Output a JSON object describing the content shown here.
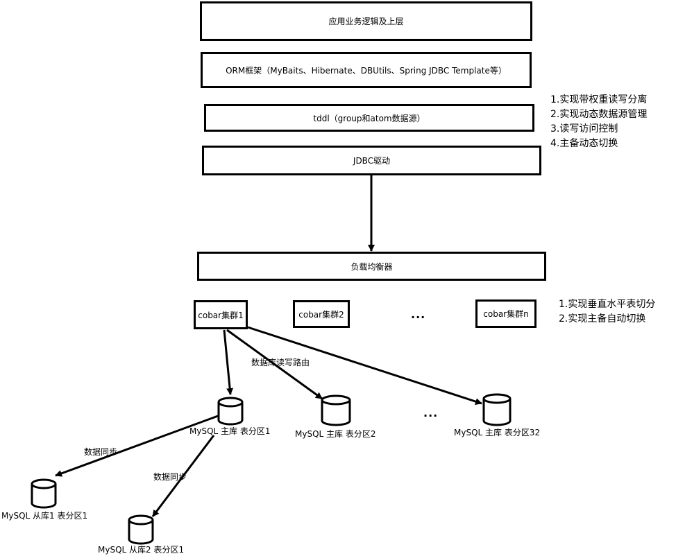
{
  "layers": {
    "app": "应用业务逻辑及上层",
    "orm": "ORM框架（MyBaits、Hibernate、DBUtils、Spring JDBC Template等）",
    "tddl": "tddl（group和atom数据源）",
    "jdbc": "JDBC驱动",
    "lb": "负载均衡器"
  },
  "tddl_notes": [
    "1.实现带权重读写分离",
    "2.实现动态数据源管理",
    "3.读写访问控制",
    "4.主备动态切换"
  ],
  "cobar_notes": [
    "1.实现垂直水平表切分",
    "2.实现主备自动切换"
  ],
  "clusters": [
    "cobar集群1",
    "cobar集群2",
    "cobar集群n"
  ],
  "ellipsis": "...",
  "masters": [
    "MySQL 主库 表分区1",
    "MySQL 主库 表分区2",
    "MySQL 主库 表分区32"
  ],
  "slaves": [
    "MySQL 从库1 表分区1",
    "MySQL 从库2 表分区1"
  ],
  "edge_labels": {
    "routing": "数据库读写路由",
    "sync1": "数据同步",
    "sync2": "数据同步"
  }
}
